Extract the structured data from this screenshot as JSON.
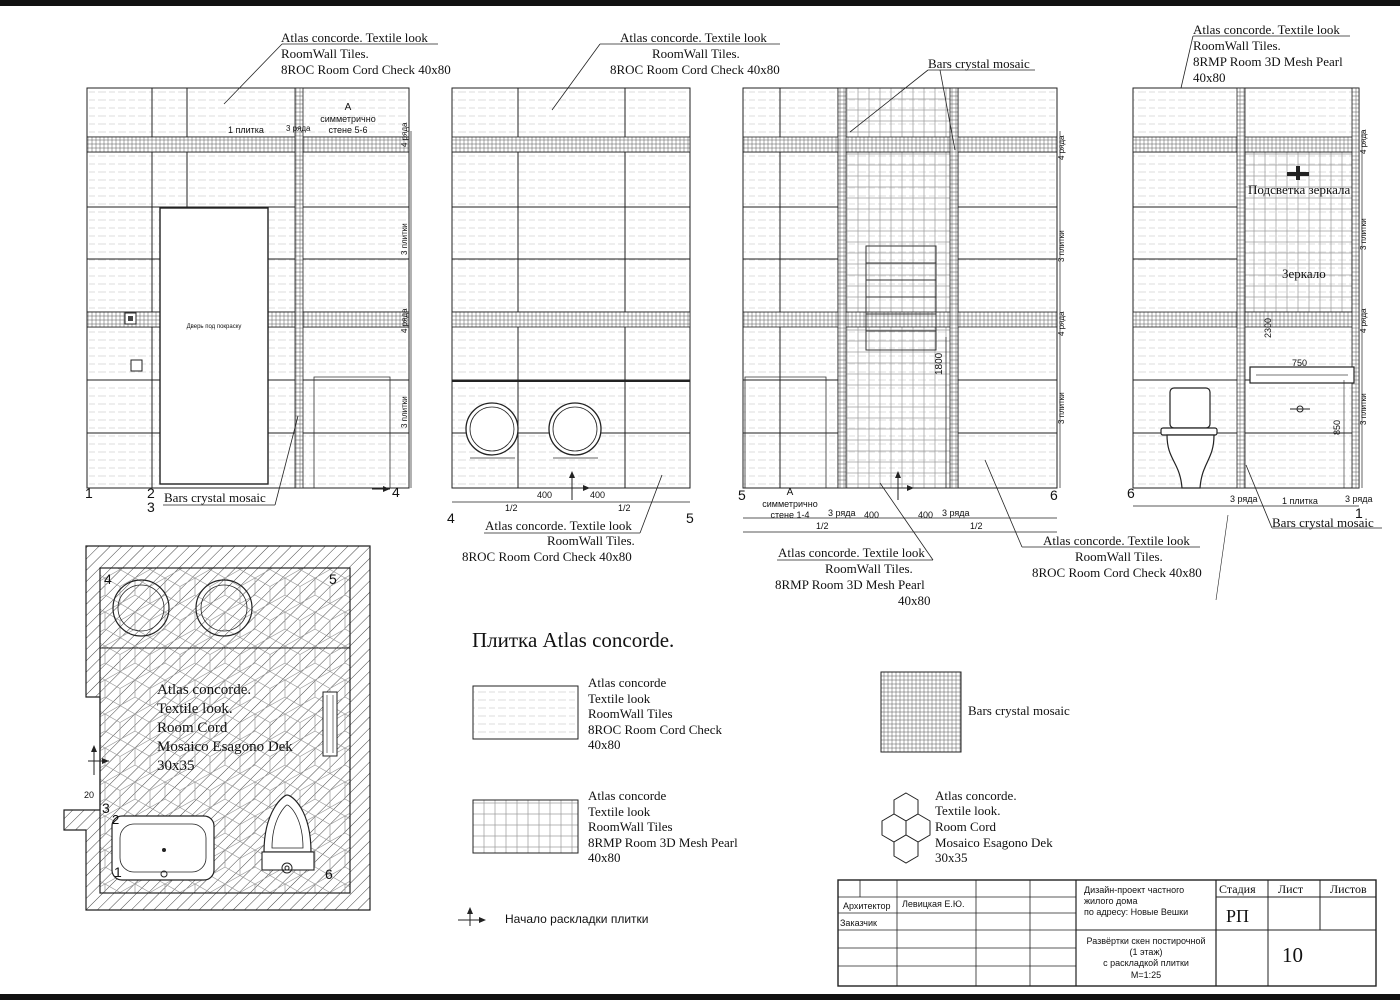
{
  "elevations": {
    "e1": {
      "callout_top": [
        "Atlas concorde. Textile look",
        "RoomWall Tiles.",
        "8ROC Room Cord Check 40x80"
      ],
      "door_label": "Дверь под покраску",
      "note_one_tile": "1 плитка",
      "note_three_rows": "3 ряда",
      "note_symmetric_letter": "A",
      "note_symmetric": [
        "симметрично",
        "стене 5-6"
      ],
      "rows_top": "4 ряда",
      "rows_mid": "4 ряда",
      "tiles_mid": "3 плитки",
      "tiles_low": "3 плитки",
      "callout_bottom": "Bars crystal mosaic",
      "corners": [
        "1",
        "2",
        "3",
        "4"
      ]
    },
    "e2": {
      "callout_top": [
        "Atlas concorde. Textile look",
        "RoomWall Tiles.",
        "8ROC Room Cord Check 40x80"
      ],
      "callout_bottom": [
        "Atlas concorde. Textile look",
        "RoomWall Tiles.",
        "8ROC Room Cord Check 40x80"
      ],
      "dims": [
        "1/2",
        "400",
        "400",
        "1/2"
      ],
      "corners": [
        "4",
        "5"
      ]
    },
    "e3": {
      "callout_top": "Bars crystal mosaic",
      "rows_top": "4 ряда",
      "tiles_mid": "3 плитки",
      "rows_mid": "4 ряда",
      "tiles_low": "3 плитки",
      "height_dim": "1800",
      "note_symmetric_letter": "A",
      "note_symmetric": [
        "симметрично",
        "стене 1-4"
      ],
      "dims": [
        "3 ряда",
        "400",
        "400",
        "3 ряда",
        "1/2",
        "1/2"
      ],
      "callout_bottom_left": [
        "Atlas concorde. Textile look",
        "RoomWall Tiles.",
        "8RMP Room 3D Mesh Pearl",
        "40x80"
      ],
      "callout_bottom_right": [
        "Atlas concorde. Textile look",
        "RoomWall Tiles.",
        "8ROC Room Cord Check 40x80"
      ],
      "corners": [
        "5",
        "6"
      ]
    },
    "e4": {
      "callout_top": [
        "Atlas concorde. Textile look",
        "RoomWall Tiles.",
        "8RMP Room 3D Mesh Pearl",
        "40x80"
      ],
      "mirror_light": "Подсветка зеркала",
      "mirror": "Зеркало",
      "rows_top": "4 ряда",
      "tiles_mid": "3 плитки",
      "rows_mid": "4 ряда",
      "tiles_low": "3 плитки",
      "height_2300": "2300",
      "width_750": "750",
      "height_850": "850",
      "dims": [
        "3 ряда",
        "1 плитка",
        "3 ряда"
      ],
      "callout_bottom": "Bars crystal mosaic",
      "corners": [
        "6",
        "1"
      ]
    }
  },
  "plan": {
    "label": [
      "Atlas concorde.",
      "Textile look.",
      "Room Cord",
      "Mosaico Esagono Dek",
      "30x35"
    ],
    "corners": [
      "4",
      "5",
      "3",
      "2",
      "1",
      "6"
    ],
    "dim": "20"
  },
  "legend": {
    "title": "Плитка Atlas concorde.",
    "item1": [
      "Atlas concorde",
      "Textile look",
      "RoomWall Tiles",
      "8ROC Room Cord Check",
      "40x80"
    ],
    "item2": [
      "Atlas concorde",
      "Textile look",
      "RoomWall Tiles",
      "8RMP Room 3D Mesh Pearl",
      "40x80"
    ],
    "item3": "Bars crystal mosaic",
    "item4": [
      "Atlas concorde.",
      "Textile look.",
      "Room Cord",
      "Mosaico Esagono Dek",
      "30x35"
    ],
    "start": "Начало раскладки плитки"
  },
  "titleblock": {
    "architect_label": "Архитектор",
    "architect_name": "Левицкая Е.Ю.",
    "client_label": "Заказчик",
    "project": [
      "Дизайн-проект  частного",
      "жилого дома",
      "по адресу: Новые Вешки"
    ],
    "sheet_title": [
      "Развёртки скен постирочной",
      "(1 этаж)",
      "с раскладкой плитки",
      "М=1:25"
    ],
    "stage_label": "Стадия",
    "sheet_label": "Лист",
    "sheets_label": "Листов",
    "stage": "РП",
    "sheet_no": "10"
  }
}
